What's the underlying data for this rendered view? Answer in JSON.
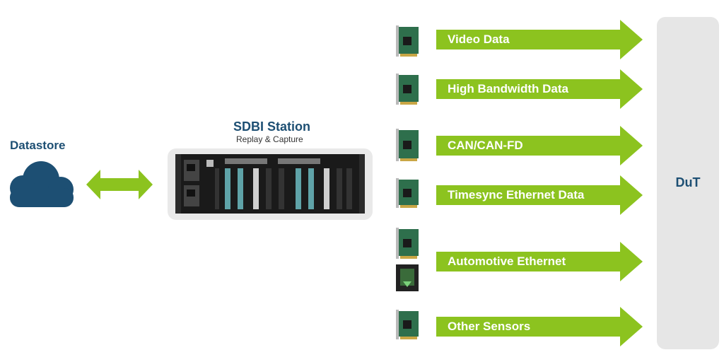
{
  "datastore": {
    "label": "Datastore",
    "icon": "cloud-icon"
  },
  "station": {
    "title": "SDBI Station",
    "subtitle": "Replay & Capture"
  },
  "dut": {
    "label": "DuT"
  },
  "colors": {
    "arrow_green": "#8cc31f",
    "dark_blue": "#1d4f73",
    "panel_gray": "#e6e6e6"
  },
  "channels": [
    {
      "label": "Video Data",
      "card": "pcie-frame-grabber-card"
    },
    {
      "label": "High Bandwidth Data",
      "card": "pcie-frame-grabber-card"
    },
    {
      "label": "CAN/CAN-FD",
      "card": "pcie-can-card"
    },
    {
      "label": "Timesync Ethernet Data",
      "card": "pcie-ethernet-card"
    },
    {
      "label": "Automotive Ethernet",
      "card": "pcie-ethernet-card-and-media-converter"
    },
    {
      "label": "Other Sensors",
      "card": "pcie-ethernet-card"
    }
  ]
}
